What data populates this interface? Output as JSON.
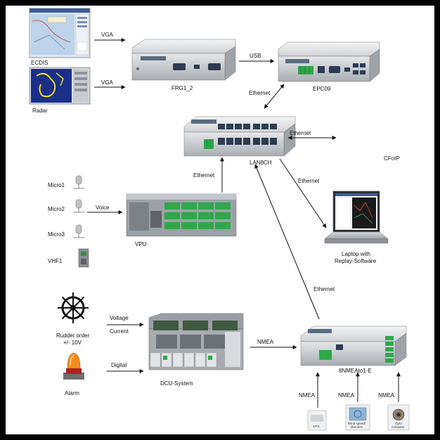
{
  "devices": {
    "ecdis": {
      "label": "ECDIS"
    },
    "radar": {
      "label": "Radar"
    },
    "frg": {
      "label": "FRG1_2"
    },
    "epc": {
      "label": "EPC09"
    },
    "lan": {
      "label": "LAN8CH"
    },
    "cfoip": {
      "label": "CFoIP"
    },
    "vpu": {
      "label": "VPU"
    },
    "laptop": {
      "label_line1": "Laptop with",
      "label_line2": "Replay-Software"
    },
    "micro1": {
      "label": "Micro1"
    },
    "micro2": {
      "label": "Micro2"
    },
    "micro3": {
      "label": "Micro3"
    },
    "vhf": {
      "label": "VHF1"
    },
    "rudder": {
      "label_line1": "Rudder order",
      "label_line2": "+/- 10V"
    },
    "alarm": {
      "label": "Alarm"
    },
    "dcu": {
      "label": "DCU-System"
    },
    "nmea_box": {
      "label": "8NMEAto1-E"
    },
    "gps": {
      "label": "GPS"
    },
    "wind": {
      "label_line1": "Wind speed/",
      "label_line2": "direction"
    },
    "gyro": {
      "label_line1": "Gyro",
      "label_line2": "compass"
    }
  },
  "connections": {
    "vga1": "VGA",
    "vga2": "VGA",
    "usb": "USB",
    "eth_epc": "Ethernet",
    "eth_right": "Ethernet",
    "eth_laptop": "Ethernet",
    "eth_vpu": "Ethernet",
    "eth_nmea": "Ethernet",
    "voice": "Voice",
    "voltage": "Voltage",
    "current": "Current",
    "digital": "Digital",
    "nmea_dcu": "NMEA",
    "nmea_in1": "NMEA",
    "nmea_in2": "NMEA",
    "nmea_in3": "NMEA"
  },
  "colors": {
    "background": "#000000",
    "canvas": "#ffffff",
    "device_silver": "#c9ccd0",
    "terminal_green": "#2fa84a",
    "screen_blue": "#1a2f8a"
  }
}
